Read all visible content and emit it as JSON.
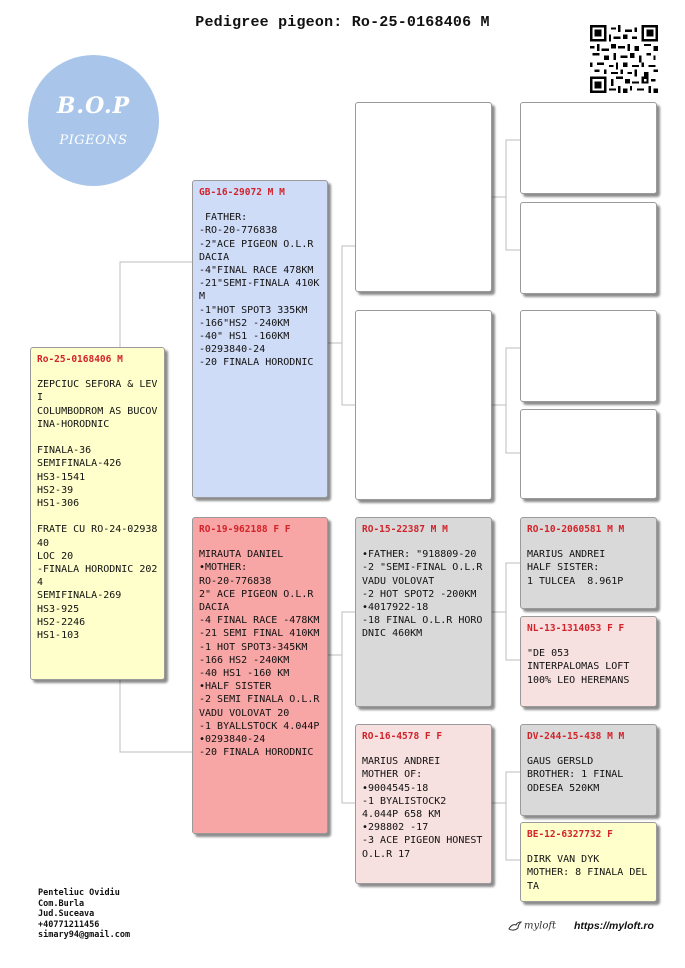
{
  "title": "Pedigree pigeon: Ro-25-0168406 M",
  "logo": {
    "line1": "B.O.P",
    "line2": "PIGEONS"
  },
  "subject": {
    "ring": "Ro-25-0168406 M",
    "text": "ZEPCIUC SEFORA & LEVI\nCOLUMBODROM AS BUCOVINA-HORODNIC\n\nFINALA-36\nSEMIFINALA-426\nHS3-1541\nHS2-39\nHS1-306\n\nFRATE CU RO-24-0293840\nLOC 20\n-FINALA HORODNIC 2024\nSEMIFINALA-269\nHS3-925\nHS2-2246\nHS1-103"
  },
  "sire": {
    "ring": "GB-16-29072 M M",
    "text": " FATHER:\n-RO-20-776838\n-2\"ACE PIGEON O.L.R DACIA\n-4\"FINAL RACE 478KM\n-21\"SEMI-FINALA 410KM\n-1\"HOT SPOT3 335KM\n-166\"HS2 -240KM\n-40\" HS1 -160KM\n-0293840-24\n-20 FINALA HORODNIC"
  },
  "dam": {
    "ring": "RO-19-962188 F F",
    "text": "MIRAUTA DANIEL\n•MOTHER:\nRO-20-776838\n2\" ACE PIGEON O.L.R DACIA\n-4 FINAL RACE -478KM\n-21 SEMI FINAL 410KM\n-1 HOT SPOT3-345KM\n-166 HS2 -240KM\n-40 HS1 -160 KM\n•HALF SISTER\n-2 SEMI FINALA O.L.R VADU VOLOVAT 20\n-1 BYALLSTOCK 4.044P\n•0293840-24\n-20 FINALA HORODNIC"
  },
  "dam_sire": {
    "ring": "RO-15-22387 M M",
    "text": "•FATHER: \"918809-20\n-2 \"SEMI-FINAL O.L.R VADU VOLOVAT\n-2 HOT SPOT2 -200KM\n•4017922-18\n-18 FINAL O.L.R HORODNIC 460KM"
  },
  "dam_dam": {
    "ring": "RO-16-4578 F F",
    "text": "MARIUS ANDREI\nMOTHER OF:\n•9004545-18\n-1 BYALISTOCK2\n4.044P 658 KM\n•298802 -17\n-3 ACE PIGEON HONEST O.L.R 17"
  },
  "dss": {
    "ring": "RO-10-2060581 M M",
    "text": "MARIUS ANDREI\nHALF SISTER:\n1 TULCEA  8.961P"
  },
  "dsd": {
    "ring": "NL-13-1314053 F F",
    "text": "\"DE 053\nINTERPALOMAS LOFT\n100% LEO HEREMANS"
  },
  "dds": {
    "ring": "DV-244-15-438 M M",
    "text": "GAUS GERSLD\nBROTHER: 1 FINAL\nODESEA 520KM"
  },
  "ddd": {
    "ring": "BE-12-6327732 F",
    "text": "DIRK VAN DYK\nMOTHER: 8 FINALA DELTA"
  },
  "footer": {
    "lines": [
      "Penteliuc Ovidiu",
      "Com.Burla",
      "Jud.Suceava",
      "+40771211456",
      "simary94@gmail.com"
    ],
    "brand": "myloft",
    "url": "https://myloft.ro"
  },
  "colors": {
    "yellow": "#ffffcc",
    "blue": "#cfdcf8",
    "red": "#f7a5a5",
    "grey": "#d9d9d9",
    "pink": "#f7e0e0",
    "ring_red": "#d3232a",
    "logo": "#a9c6ea"
  },
  "icons": [
    "qr-code-icon",
    "myloft-bird-icon"
  ]
}
